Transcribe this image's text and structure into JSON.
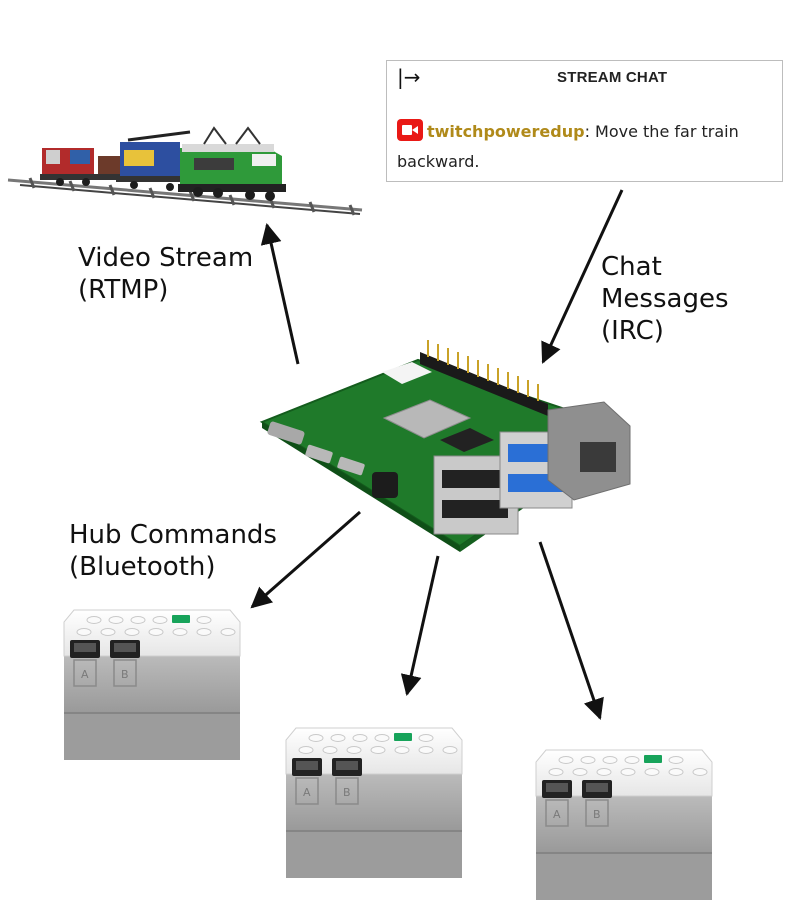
{
  "chat": {
    "collapse_glyph": "|→",
    "title": "STREAM CHAT",
    "username": "twitchpoweredup",
    "separator": ":",
    "message": " Move the far train backward.",
    "badge_color": "#e91916",
    "username_color": "#b08a1a"
  },
  "labels": {
    "video_stream": "Video Stream\n(RTMP)",
    "chat_messages": "Chat\nMessages\n(IRC)",
    "hub_commands": "Hub Commands\n(Bluetooth)"
  },
  "icons": [
    "train-image",
    "raspberry-pi-image",
    "hub-image",
    "twitch-icon",
    "collapse-arrow-icon"
  ],
  "colors": {
    "pcb_green": "#1f7a2a",
    "hub_white": "#f2f2f2",
    "hub_gray": "#a9a9a9",
    "hub_green_stud": "#17a35a",
    "train_green": "#2f9a3a",
    "arrow": "#111111"
  }
}
